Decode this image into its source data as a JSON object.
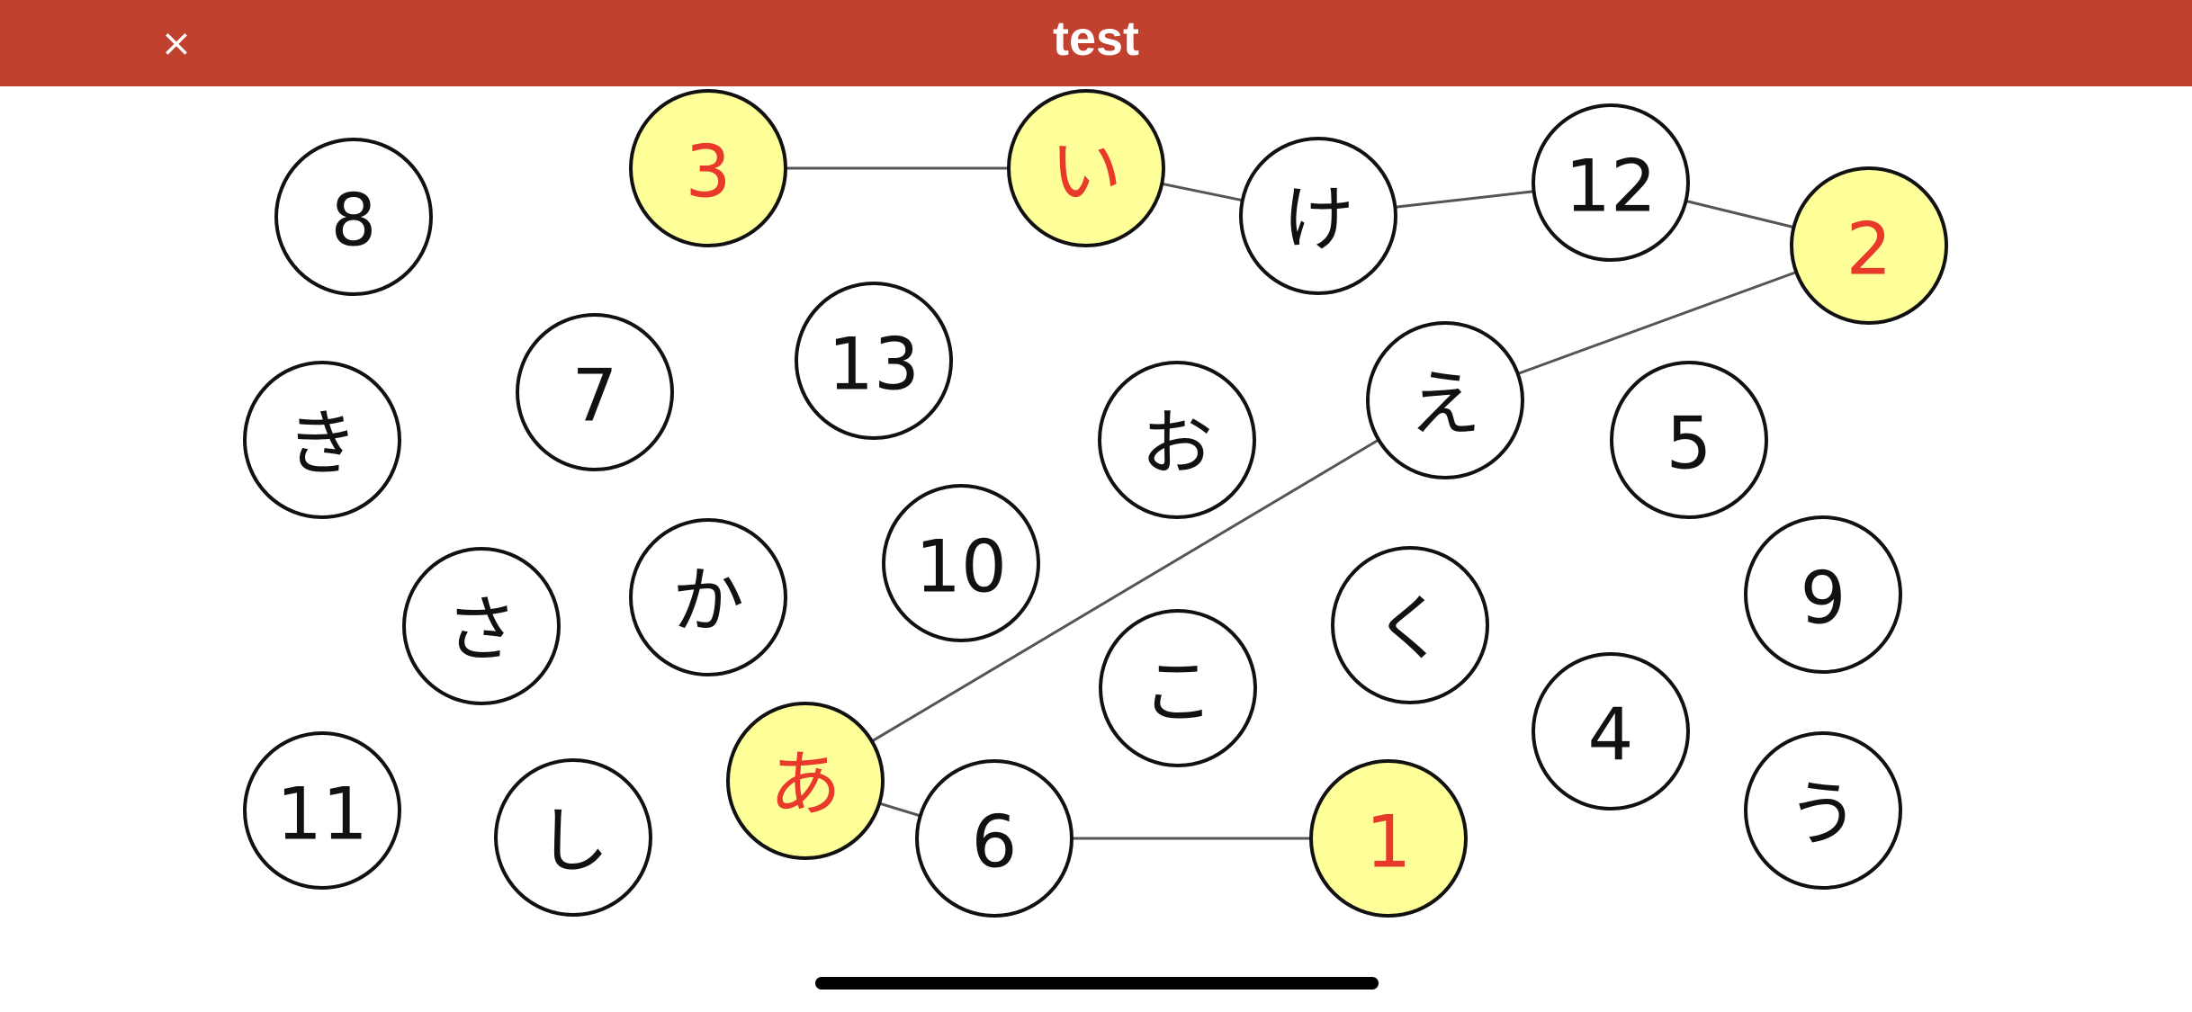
{
  "header": {
    "title": "test",
    "close_label": "×",
    "background": "#c1402e"
  },
  "board": {
    "colors": {
      "node_fill": "#ffffff",
      "selected_fill": "#ffff99",
      "node_stroke": "#111111",
      "text": "#111111",
      "selected_text": "#e8392a",
      "line": "#555555"
    },
    "nodes": [
      {
        "id": "n-3",
        "label": "3",
        "selected": true
      },
      {
        "id": "n-i",
        "label": "い",
        "selected": true
      },
      {
        "id": "n-ke",
        "label": "け",
        "selected": false
      },
      {
        "id": "n-12",
        "label": "12",
        "selected": false
      },
      {
        "id": "n-2",
        "label": "2",
        "selected": true
      },
      {
        "id": "n-8",
        "label": "8",
        "selected": false
      },
      {
        "id": "n-ki",
        "label": "き",
        "selected": false
      },
      {
        "id": "n-7",
        "label": "7",
        "selected": false
      },
      {
        "id": "n-13",
        "label": "13",
        "selected": false
      },
      {
        "id": "n-o",
        "label": "お",
        "selected": false
      },
      {
        "id": "n-e",
        "label": "え",
        "selected": false
      },
      {
        "id": "n-5",
        "label": "5",
        "selected": false
      },
      {
        "id": "n-sa",
        "label": "さ",
        "selected": false
      },
      {
        "id": "n-ka",
        "label": "か",
        "selected": false
      },
      {
        "id": "n-10",
        "label": "10",
        "selected": false
      },
      {
        "id": "n-ku",
        "label": "く",
        "selected": false
      },
      {
        "id": "n-9",
        "label": "9",
        "selected": false
      },
      {
        "id": "n-ko",
        "label": "こ",
        "selected": false
      },
      {
        "id": "n-4",
        "label": "4",
        "selected": false
      },
      {
        "id": "n-11",
        "label": "11",
        "selected": false
      },
      {
        "id": "n-shi",
        "label": "し",
        "selected": false
      },
      {
        "id": "n-a",
        "label": "あ",
        "selected": true
      },
      {
        "id": "n-6",
        "label": "6",
        "selected": false
      },
      {
        "id": "n-1",
        "label": "1",
        "selected": true
      },
      {
        "id": "n-u",
        "label": "う",
        "selected": false
      }
    ],
    "path": [
      "n-1",
      "n-6",
      "n-a",
      "n-e",
      "n-2",
      "n-12",
      "n-ke",
      "n-i",
      "n-3"
    ]
  }
}
